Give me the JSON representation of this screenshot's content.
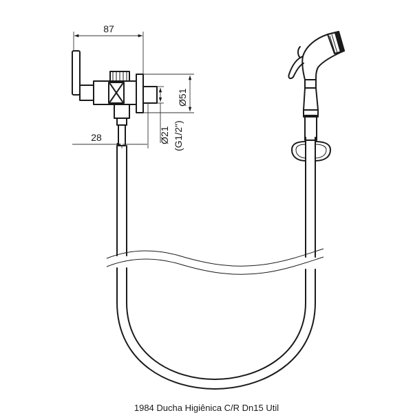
{
  "dimensions": {
    "width_top": "87",
    "offset_left": "28",
    "diameter_flange": "Ø51",
    "diameter_inlet": "Ø21",
    "thread_inlet": "(G1/2\")"
  },
  "caption": "1984 Ducha Higiênica C/R Dn15 Util"
}
